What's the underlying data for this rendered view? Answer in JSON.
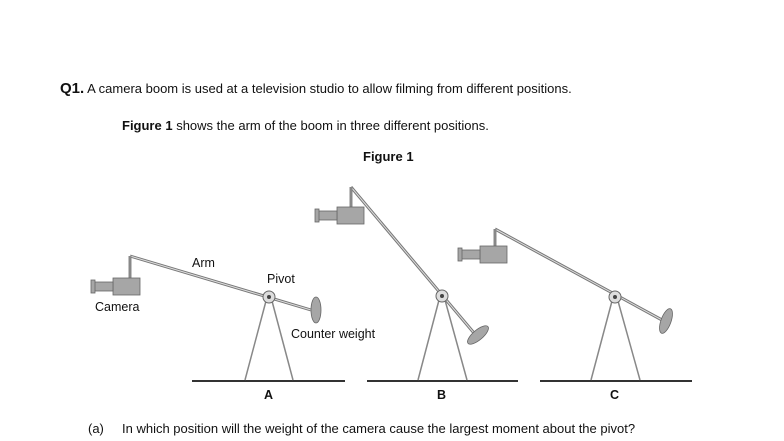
{
  "question": {
    "number": "Q1.",
    "intro": "A camera boom is used at a television studio to allow filming from different positions.",
    "figure_ref": "Figure 1",
    "figure_sentence": " shows the arm of the boom in three different positions."
  },
  "figure": {
    "title": "Figure 1",
    "labels": {
      "arm": "Arm",
      "pivot": "Pivot",
      "camera": "Camera",
      "counterweight": "Counter weight"
    },
    "positions": [
      "A",
      "B",
      "C"
    ]
  },
  "part_a": {
    "label": "(a)",
    "text": "In which position will the weight of the camera cause the largest moment about the pivot?"
  },
  "colors": {
    "equipment": "#a6a6a6",
    "outline": "#666666",
    "ground": "#333333"
  }
}
